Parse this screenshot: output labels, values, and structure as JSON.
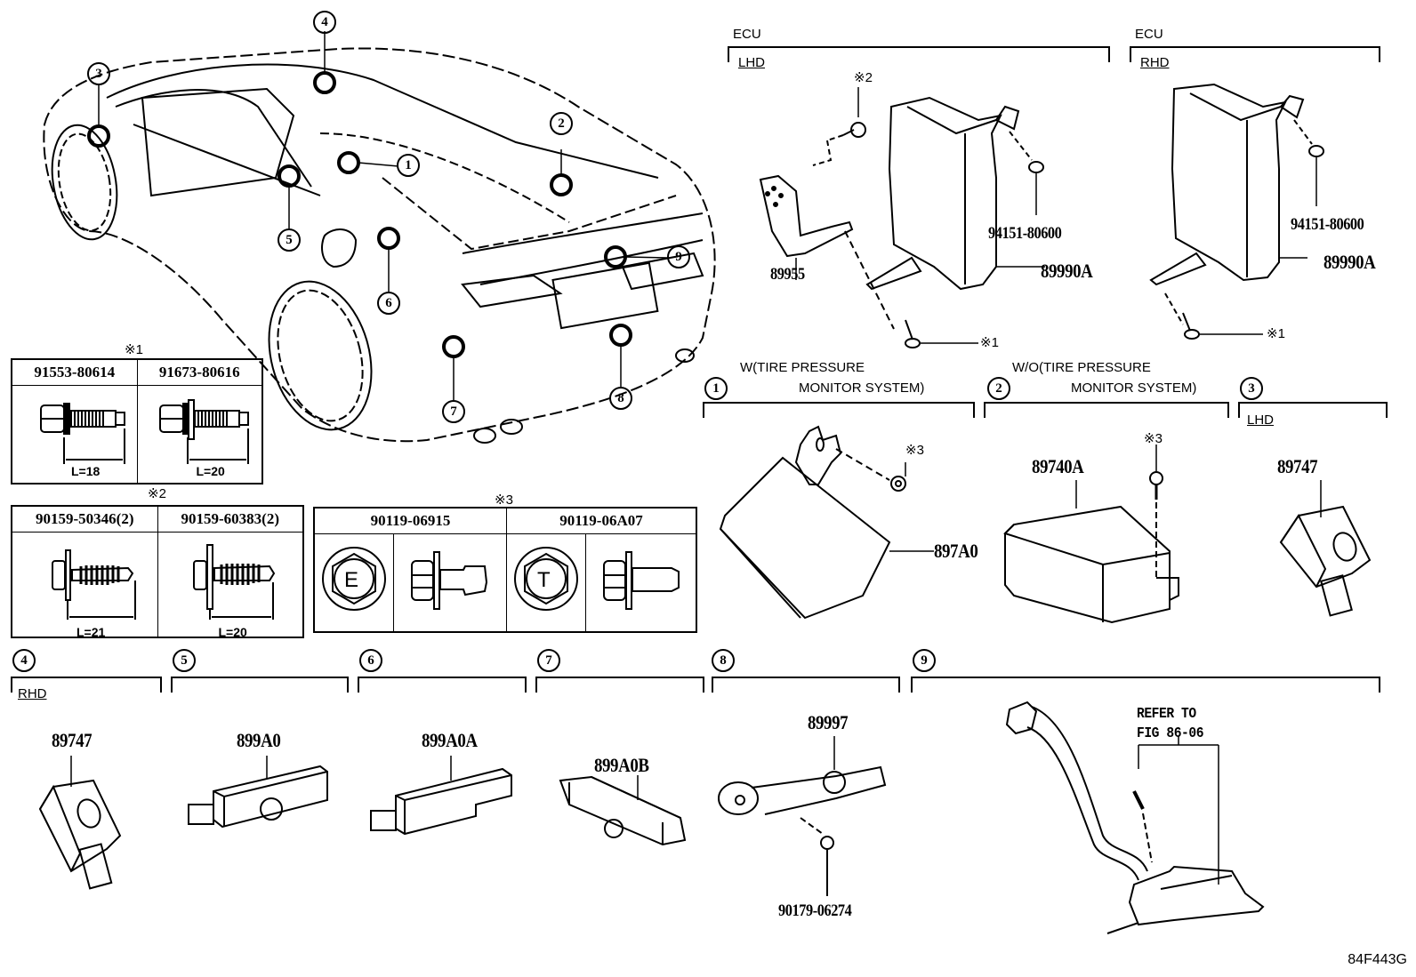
{
  "figure_id": "84F443G",
  "overview": {
    "callouts": [
      "1",
      "2",
      "3",
      "4",
      "5",
      "6",
      "7",
      "8",
      "9"
    ]
  },
  "fastener_tables": {
    "note1": {
      "marker": "※1",
      "items": [
        {
          "part": "91553-80614",
          "length": "L=18"
        },
        {
          "part": "91673-80616",
          "length": "L=20"
        }
      ]
    },
    "note2": {
      "marker": "※2",
      "items": [
        {
          "part": "90159-50346(2)",
          "length": "L=21"
        },
        {
          "part": "90159-60383(2)",
          "length": "L=20"
        }
      ]
    },
    "note3": {
      "marker": "※3",
      "items": [
        {
          "part": "90119-06915",
          "head_mark": "E"
        },
        {
          "part": "90119-06A07",
          "head_mark": "T"
        }
      ]
    }
  },
  "ecu_lhd": {
    "title": "ECU",
    "variant": "LHD",
    "fastener_top": "※2",
    "fastener_bottom": "※1",
    "parts": [
      "89955",
      "94151-80600",
      "89990A"
    ]
  },
  "ecu_rhd": {
    "title": "ECU",
    "variant": "RHD",
    "fastener_bottom": "※1",
    "parts": [
      "94151-80600",
      "89990A"
    ]
  },
  "sections": [
    {
      "num": "1",
      "title_line1": "W(TIRE PRESSURE",
      "title_line2": "MONITOR SYSTEM)",
      "fastener": "※3",
      "parts": [
        "897A0"
      ]
    },
    {
      "num": "2",
      "title_line1": "W/O(TIRE PRESSURE",
      "title_line2": "MONITOR SYSTEM)",
      "fastener": "※3",
      "parts": [
        "89740A"
      ]
    },
    {
      "num": "3",
      "variant": "LHD",
      "parts": [
        "89747"
      ]
    },
    {
      "num": "4",
      "variant": "RHD",
      "parts": [
        "89747"
      ]
    },
    {
      "num": "5",
      "parts": [
        "899A0"
      ]
    },
    {
      "num": "6",
      "parts": [
        "899A0A"
      ]
    },
    {
      "num": "7",
      "parts": [
        "899A0B"
      ]
    },
    {
      "num": "8",
      "parts": [
        "89997",
        "90179-06274"
      ]
    },
    {
      "num": "9",
      "refer_line1": "REFER TO",
      "refer_line2": "FIG 86-06"
    }
  ]
}
